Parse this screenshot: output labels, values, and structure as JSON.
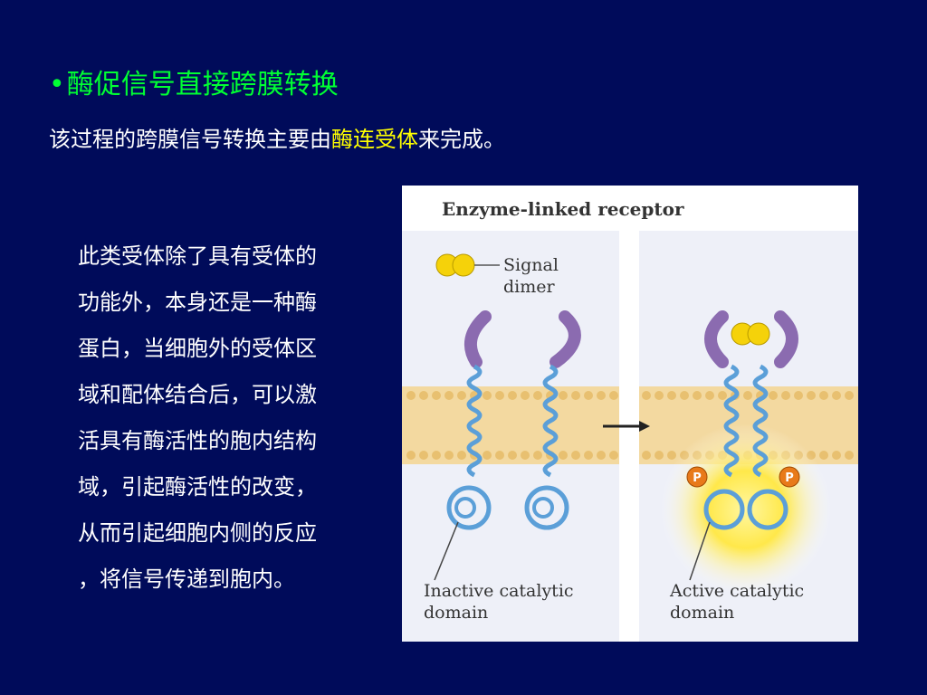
{
  "slide": {
    "heading_bullet": "•",
    "heading": "酶促信号直接跨膜转换",
    "intro": {
      "before": "该过程的跨膜信号转换主要由",
      "highlight": "酶连受体",
      "after": "来完成。"
    },
    "body_lines": [
      "此类受体除了具有受体的",
      "功能外，本身还是一种酶",
      "蛋白，当细胞外的受体区",
      "域和配体结合后，可以激",
      "活具有酶活性的胞内结构",
      "域，引起酶活性的改变，",
      "从而引起细胞内侧的反应",
      "，将信号传递到胞内。"
    ]
  },
  "figure": {
    "title": "Enzyme-linked receptor",
    "signal_label_1": "Signal",
    "signal_label_2": "dimer",
    "inactive_label_1": "Inactive catalytic",
    "inactive_label_2": "domain",
    "active_label_1": "Active catalytic",
    "active_label_2": "domain",
    "phospho_label": "P",
    "colors": {
      "background": "#000b5a",
      "heading": "#00ff33",
      "highlight": "#ffff00",
      "membrane": "#f3d9a0",
      "helix": "#5b9fd8",
      "receptor_head": "#8b6bb0",
      "signal": "#f5d20a"
    }
  }
}
